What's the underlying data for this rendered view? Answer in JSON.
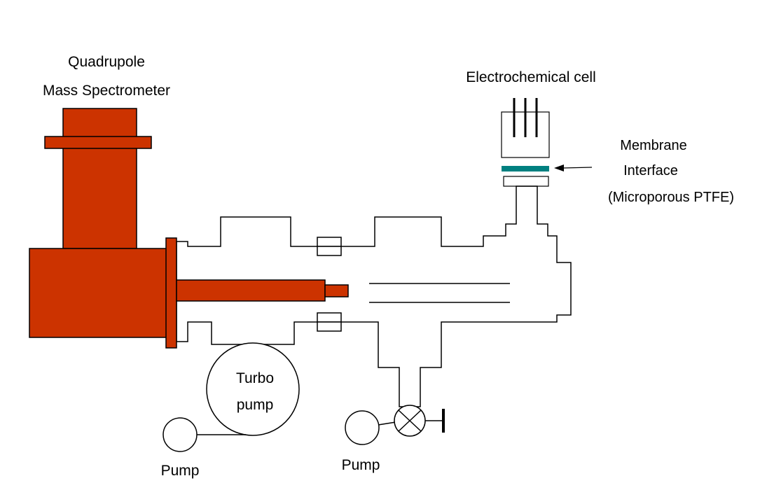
{
  "diagram": {
    "labels": {
      "spectrometer_line1": "Quadrupole",
      "spectrometer_line2": "Mass Spectrometer",
      "electrochemical_cell": "Electrochemical cell",
      "membrane_line1": "Membrane",
      "membrane_line2": "Interface",
      "membrane_line3": "(Microporous PTFE)",
      "turbo_pump_line1": "Turbo",
      "turbo_pump_line2": "pump",
      "pump_left": "Pump",
      "pump_right": "Pump"
    },
    "colors": {
      "spectrometer_body": "#cc3300",
      "membrane": "#008080",
      "outline": "#000000",
      "background": "#ffffff"
    }
  }
}
